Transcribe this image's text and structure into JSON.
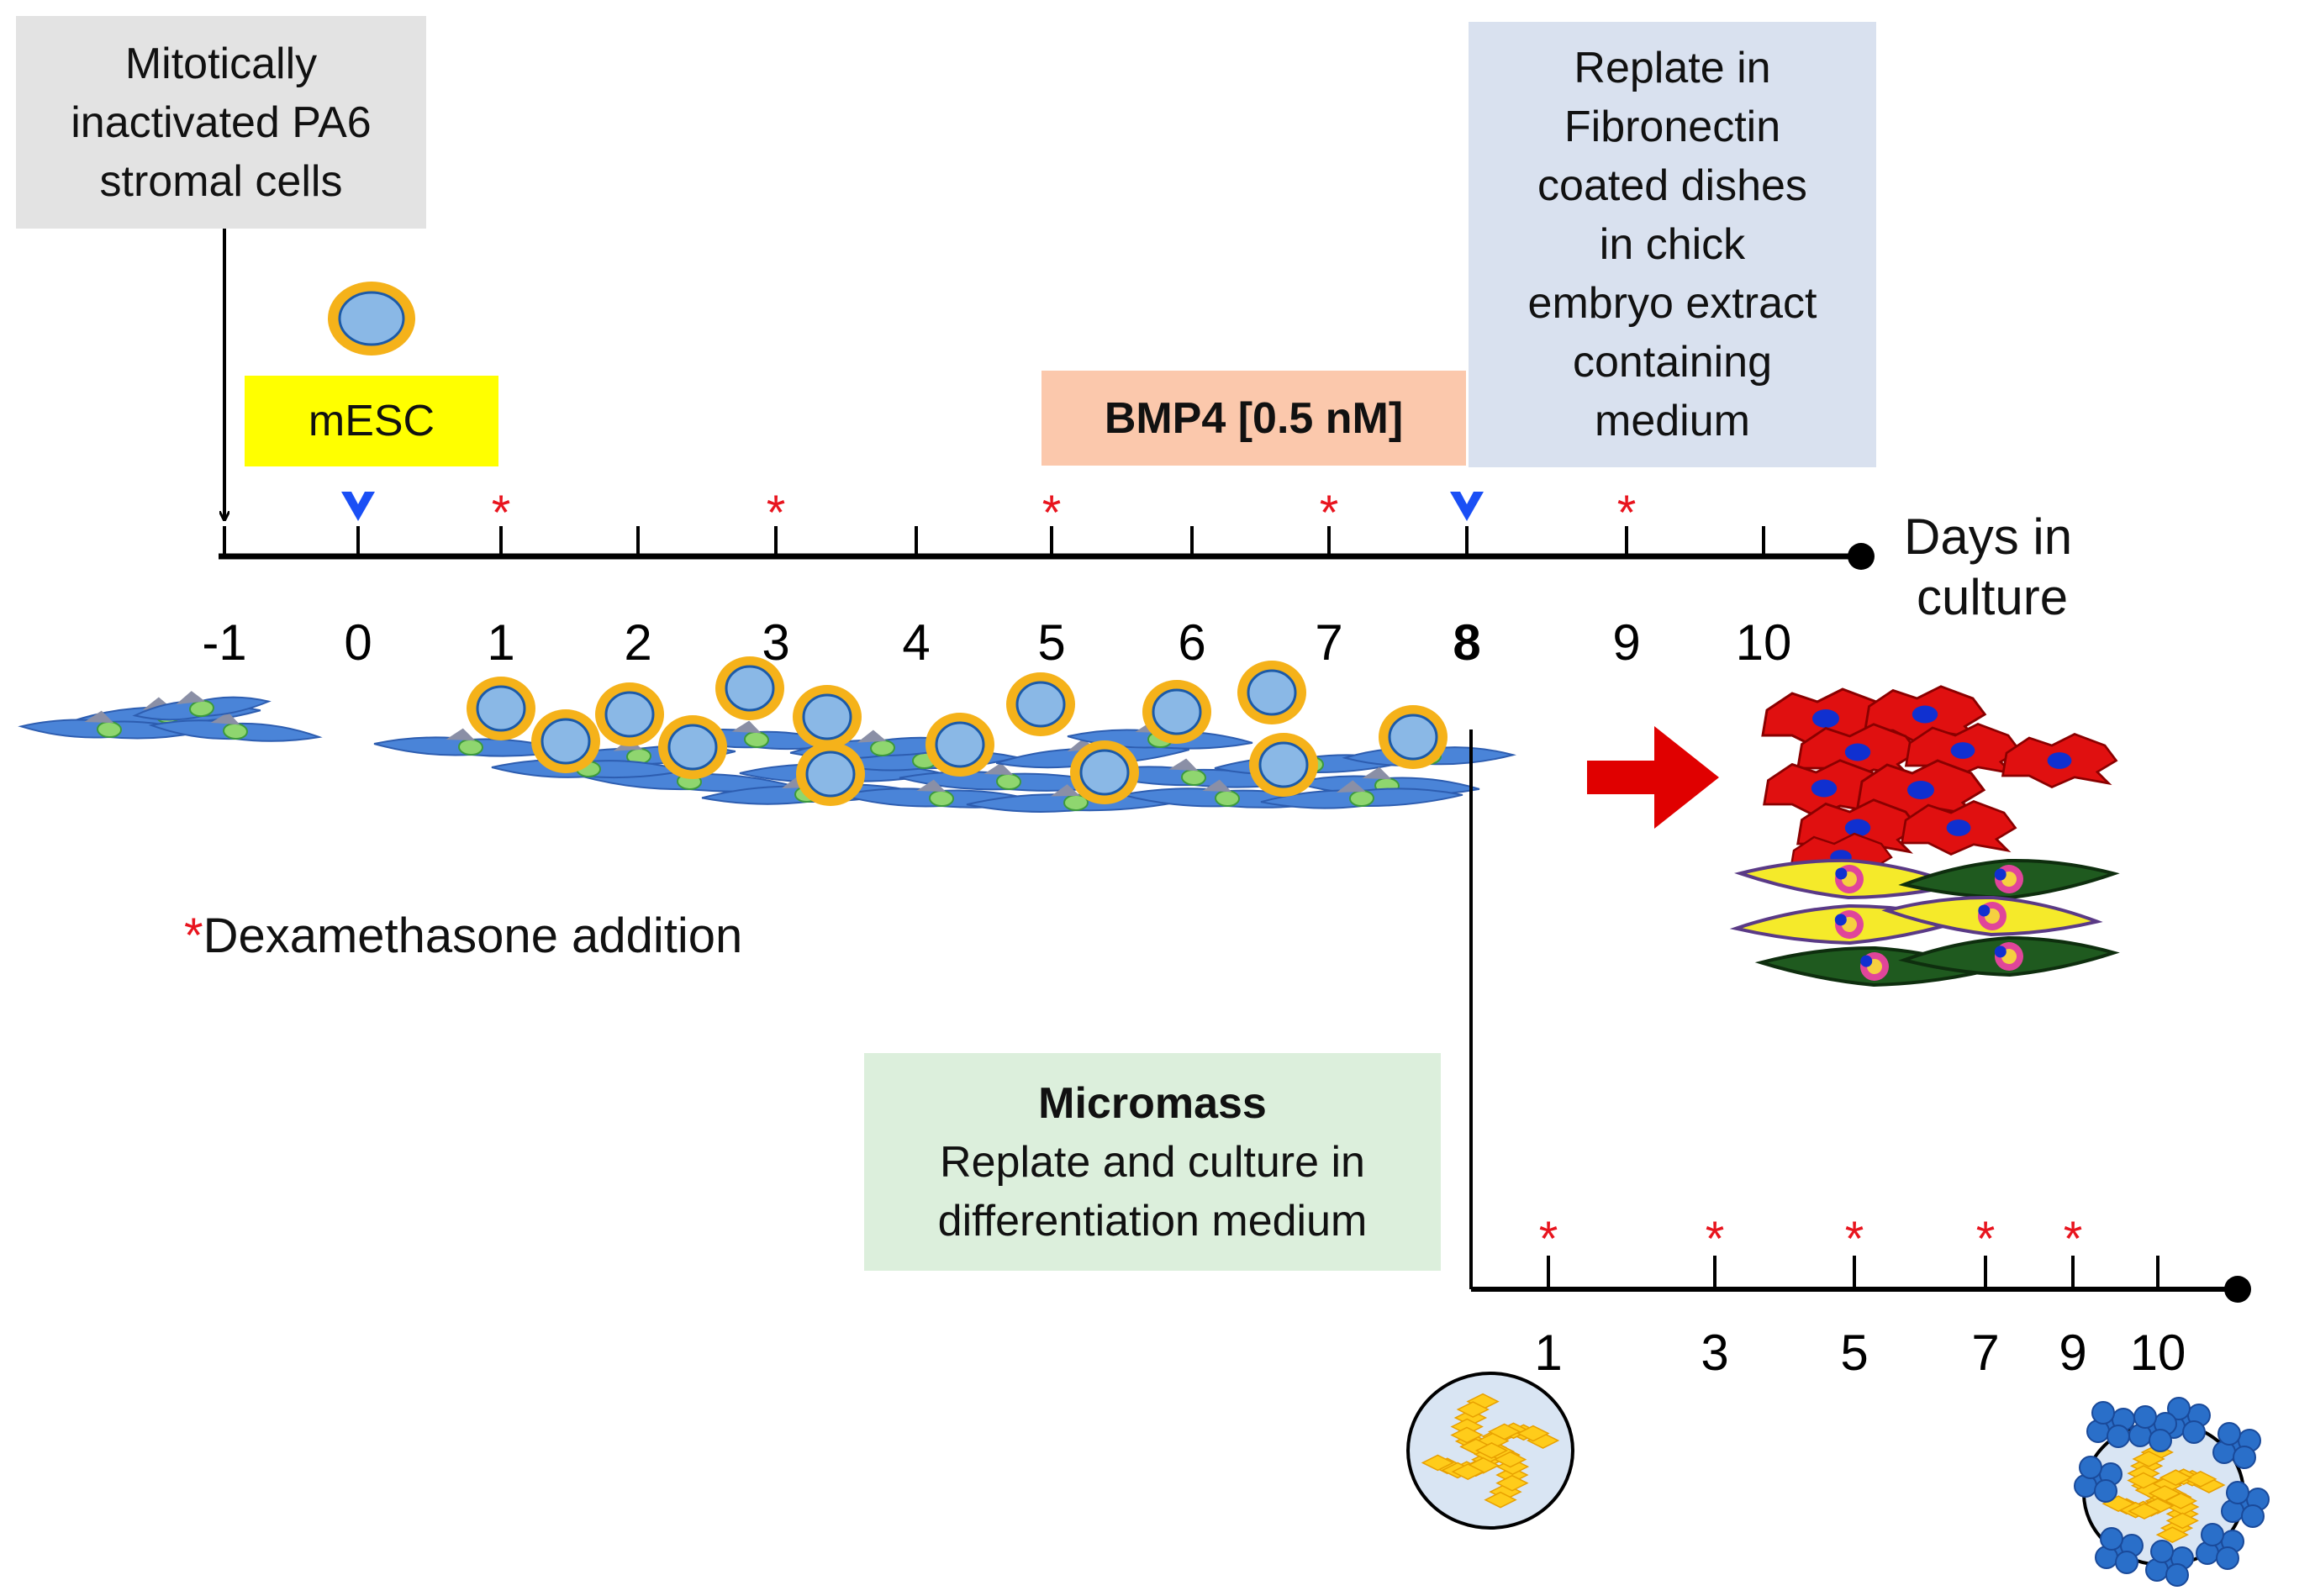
{
  "boxes": {
    "stromal": [
      "Mitotically",
      "inactivated PA6",
      "stromal cells"
    ],
    "mesc": "mESC",
    "bmp4": "BMP4 [0.5 nM]",
    "replate": [
      "Replate in",
      "Fibronectin",
      "coated dishes",
      "in chick",
      "embryo extract",
      "containing",
      "medium"
    ],
    "micromass": {
      "title": "Micromass",
      "lines": [
        "Replate and culture in",
        "differentiation medium"
      ]
    }
  },
  "main_axis": {
    "label_line1": "Days in",
    "label_line2": "culture",
    "ticks": [
      "-1",
      "0",
      "1",
      "2",
      "3",
      "4",
      "5",
      "6",
      "7",
      "8",
      "9",
      "10"
    ],
    "highlighted_tick": "8",
    "dexamethasone_days": [
      "1",
      "3",
      "5",
      "7",
      "9"
    ],
    "arrowhead_days": [
      "0",
      "8"
    ]
  },
  "micromass_axis": {
    "ticks": [
      "1",
      "3",
      "5",
      "7",
      "9",
      "10"
    ],
    "dexamethasone_days": [
      "1",
      "3",
      "5",
      "7",
      "9"
    ]
  },
  "legend": {
    "star": "*",
    "text": "Dexamethasone addition"
  },
  "colors": {
    "dexamethasone_star": "#e8141e",
    "arrowhead": "#1a4ff5",
    "red_arrow": "#e00000",
    "cell_ring": "#f5b21a",
    "cell_core": "#8ab8e6"
  }
}
